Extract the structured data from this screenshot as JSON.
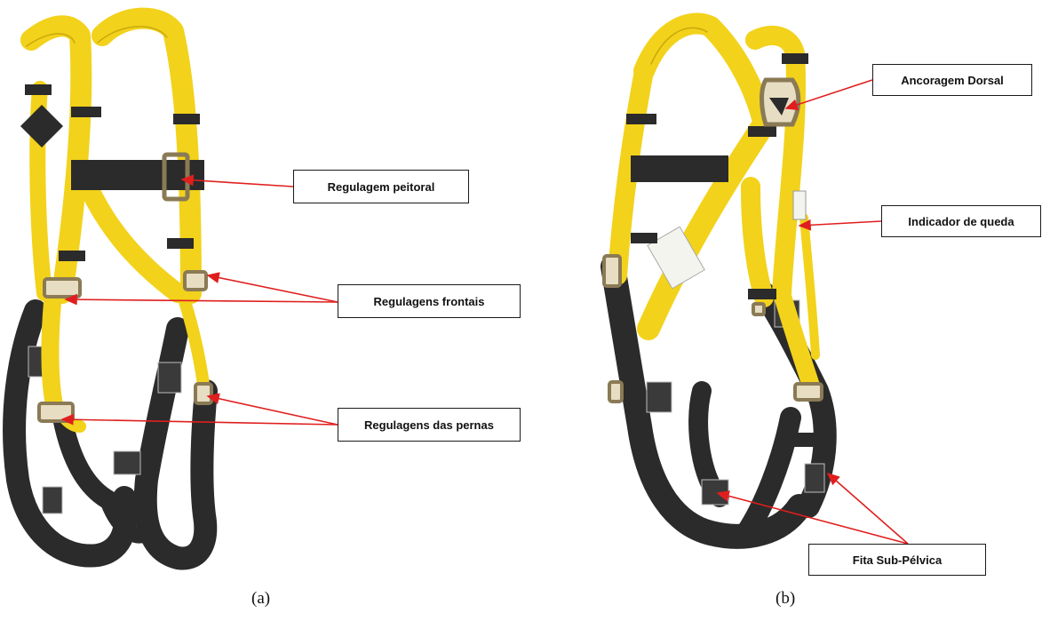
{
  "figure": {
    "panel_a": {
      "caption": "(a)",
      "labels": {
        "chest": "Regulagem peitoral",
        "front": "Regulagens frontais",
        "legs": "Regulagens das pernas"
      }
    },
    "panel_b": {
      "caption": "(b)",
      "labels": {
        "dorsal": "Ancoragem Dorsal",
        "indicator": "Indicador de queda",
        "subpelvic": "Fita Sub-Pélvica"
      }
    }
  },
  "colors": {
    "webbing_yellow": "#f2d21b",
    "webbing_yellow_dark": "#c9a80c",
    "webbing_black": "#2b2b2b",
    "hardware_metal": "#8a7a55",
    "arrow_red": "#e01e1e"
  }
}
